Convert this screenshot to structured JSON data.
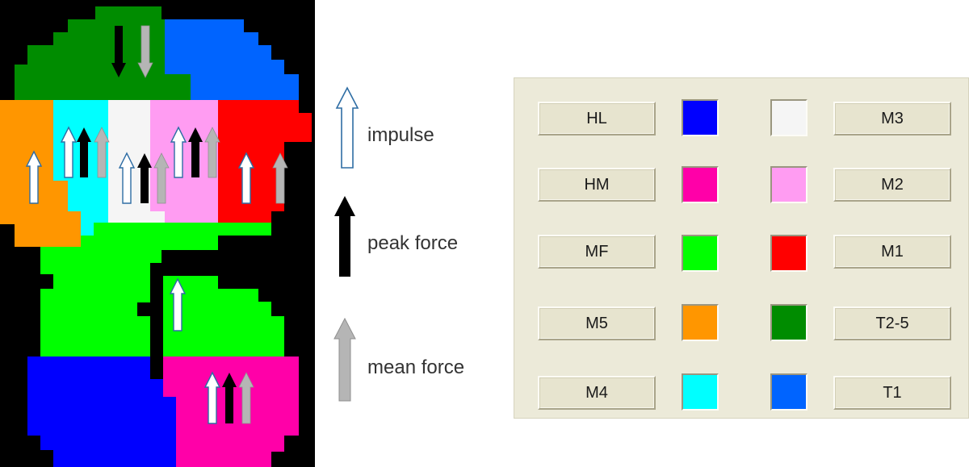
{
  "arrow_legend": {
    "impulse_label": "impulse",
    "peak_force_label": "peak force",
    "mean_force_label": "mean force"
  },
  "colors": {
    "impulse_fill": "#ffffff",
    "impulse_stroke": "#2e6da4",
    "peak_force": "#000000",
    "mean_force": "#b5b5b5",
    "background": "#000000"
  },
  "foot_regions": [
    {
      "label": "T2-5",
      "color": "#008c00"
    },
    {
      "label": "T1",
      "color": "#0064ff"
    },
    {
      "label": "M5",
      "color": "#ff9600"
    },
    {
      "label": "M4",
      "color": "#00ffff"
    },
    {
      "label": "M3",
      "color": "#f5f5f5"
    },
    {
      "label": "M2",
      "color": "#ff9cf2"
    },
    {
      "label": "M1",
      "color": "#ff0000"
    },
    {
      "label": "MF",
      "color": "#00ff00"
    },
    {
      "label": "HL",
      "color": "#0000ff"
    },
    {
      "label": "HM",
      "color": "#ff00a8"
    }
  ],
  "color_key": {
    "left": [
      {
        "label": "HL",
        "color": "#0000ff"
      },
      {
        "label": "HM",
        "color": "#ff00a8"
      },
      {
        "label": "MF",
        "color": "#00ff00"
      },
      {
        "label": "M5",
        "color": "#ff9600"
      },
      {
        "label": "M4",
        "color": "#00ffff"
      }
    ],
    "right": [
      {
        "label": "M3",
        "color": "#f5f5f5"
      },
      {
        "label": "M2",
        "color": "#ff9cf2"
      },
      {
        "label": "M1",
        "color": "#ff0000"
      },
      {
        "label": "T2-5",
        "color": "#008c00"
      },
      {
        "label": "T1",
        "color": "#0064ff"
      }
    ]
  }
}
